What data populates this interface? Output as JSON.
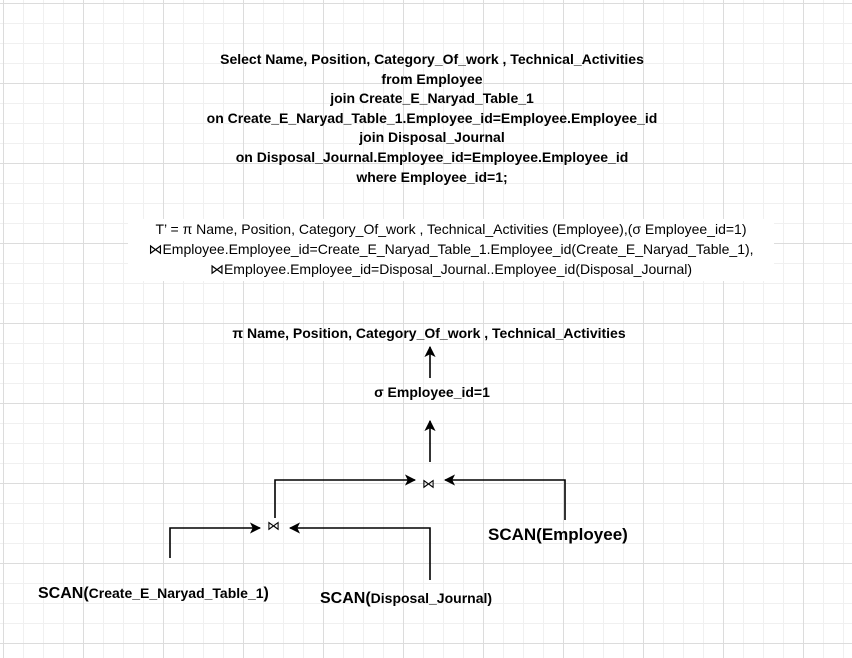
{
  "sql_query": {
    "lines": [
      "Select Name, Position, Category_Of_work , Technical_Activities",
      "from Employee",
      "join Create_E_Naryad_Table_1",
      "on Create_E_Naryad_Table_1.Employee_id=Employee.Employee_id",
      "join Disposal_Journal",
      "on Disposal_Journal.Employee_id=Employee.Employee_id",
      "where Employee_id=1;"
    ]
  },
  "relational_algebra": {
    "lines": [
      "T’ = π Name, Position,  Category_Of_work , Technical_Activities (Employee),(σ Employee_id=1)",
      "⋈Employee.Employee_id=Create_E_Naryad_Table_1.Employee_id(Create_E_Naryad_Table_1),",
      "⋈Employee.Employee_id=Disposal_Journal..Employee_id(Disposal_Journal)"
    ]
  },
  "tree": {
    "projection": "π Name, Position,  Category_Of_work , Technical_Activities",
    "selection": "σ Employee_id=1",
    "join_symbol": "⋈",
    "scan_employee": {
      "keyword": "SCAN(",
      "arg": "Employee",
      "close": ")"
    },
    "scan_create": {
      "keyword": "SCAN(",
      "arg": "Create_E_Naryad_Table_1",
      "close": ")"
    },
    "scan_disposal": {
      "keyword": "SCAN(",
      "arg": "Disposal_Journal",
      "close": ")"
    }
  }
}
